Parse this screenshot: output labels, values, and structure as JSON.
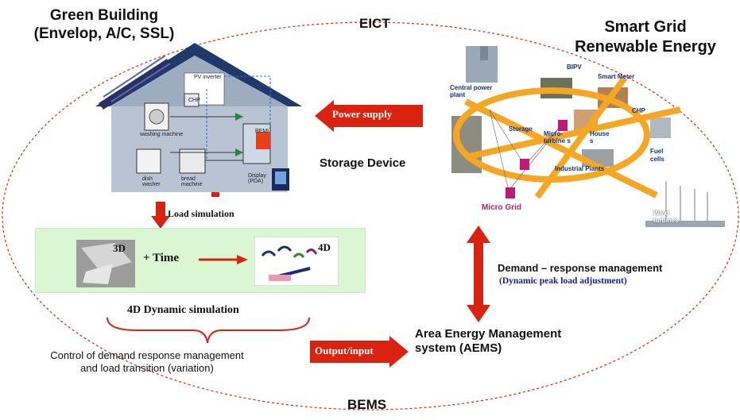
{
  "titles": {
    "green_building_line1": "Green Building",
    "green_building_line2": "(Envelop, A/C, SSL)",
    "smart_grid_line1": "Smart Grid",
    "smart_grid_line2": "Renewable Energy",
    "eict": "EICT",
    "bems": "BEMS"
  },
  "house": {
    "inverter": "PV inverter",
    "chp": "CHP",
    "washing": "washing machine",
    "bemi": "BEMI",
    "dish": "dish washer",
    "bread": "bread machine",
    "display": "Display (PDA)"
  },
  "arrows": {
    "power_supply": "Power supply",
    "output_input": "Output/input"
  },
  "labels": {
    "storage_device": "Storage Device",
    "load_simulation": "Load simulation",
    "plus_time": "+ Time",
    "label_3d": "3D",
    "label_4d": "4D",
    "dynamic_simulation": "4D Dynamic simulation",
    "control_line1": "Control of demand response  management",
    "control_line2": "and  load transition (variation)",
    "aems_line1": "Area Energy Management",
    "aems_line2": "system (AEMS)",
    "demand_response": "Demand – response management",
    "dynamic_peak": "(Dynamic peak load adjustment)"
  },
  "smart_grid": {
    "central_power": "Central power plant",
    "bipv": "BIPV",
    "smart_meter": "Smart Meter",
    "chp": "CHP",
    "storage": "Storage",
    "micro_turbines": "Micro-turbine s",
    "houses": "House s",
    "fuel_cells": "Fuel cells",
    "industrial": "Industrial Plants",
    "micro_grid": "Micro Grid",
    "wind": "Wind turbines"
  },
  "colors": {
    "arrow_red": "#d9230f",
    "ellipse_red": "#d9230f",
    "grid_orange": "#f5a623",
    "sim_box_green": "#dbf7d2",
    "peak_blue": "#1a1aa0"
  }
}
